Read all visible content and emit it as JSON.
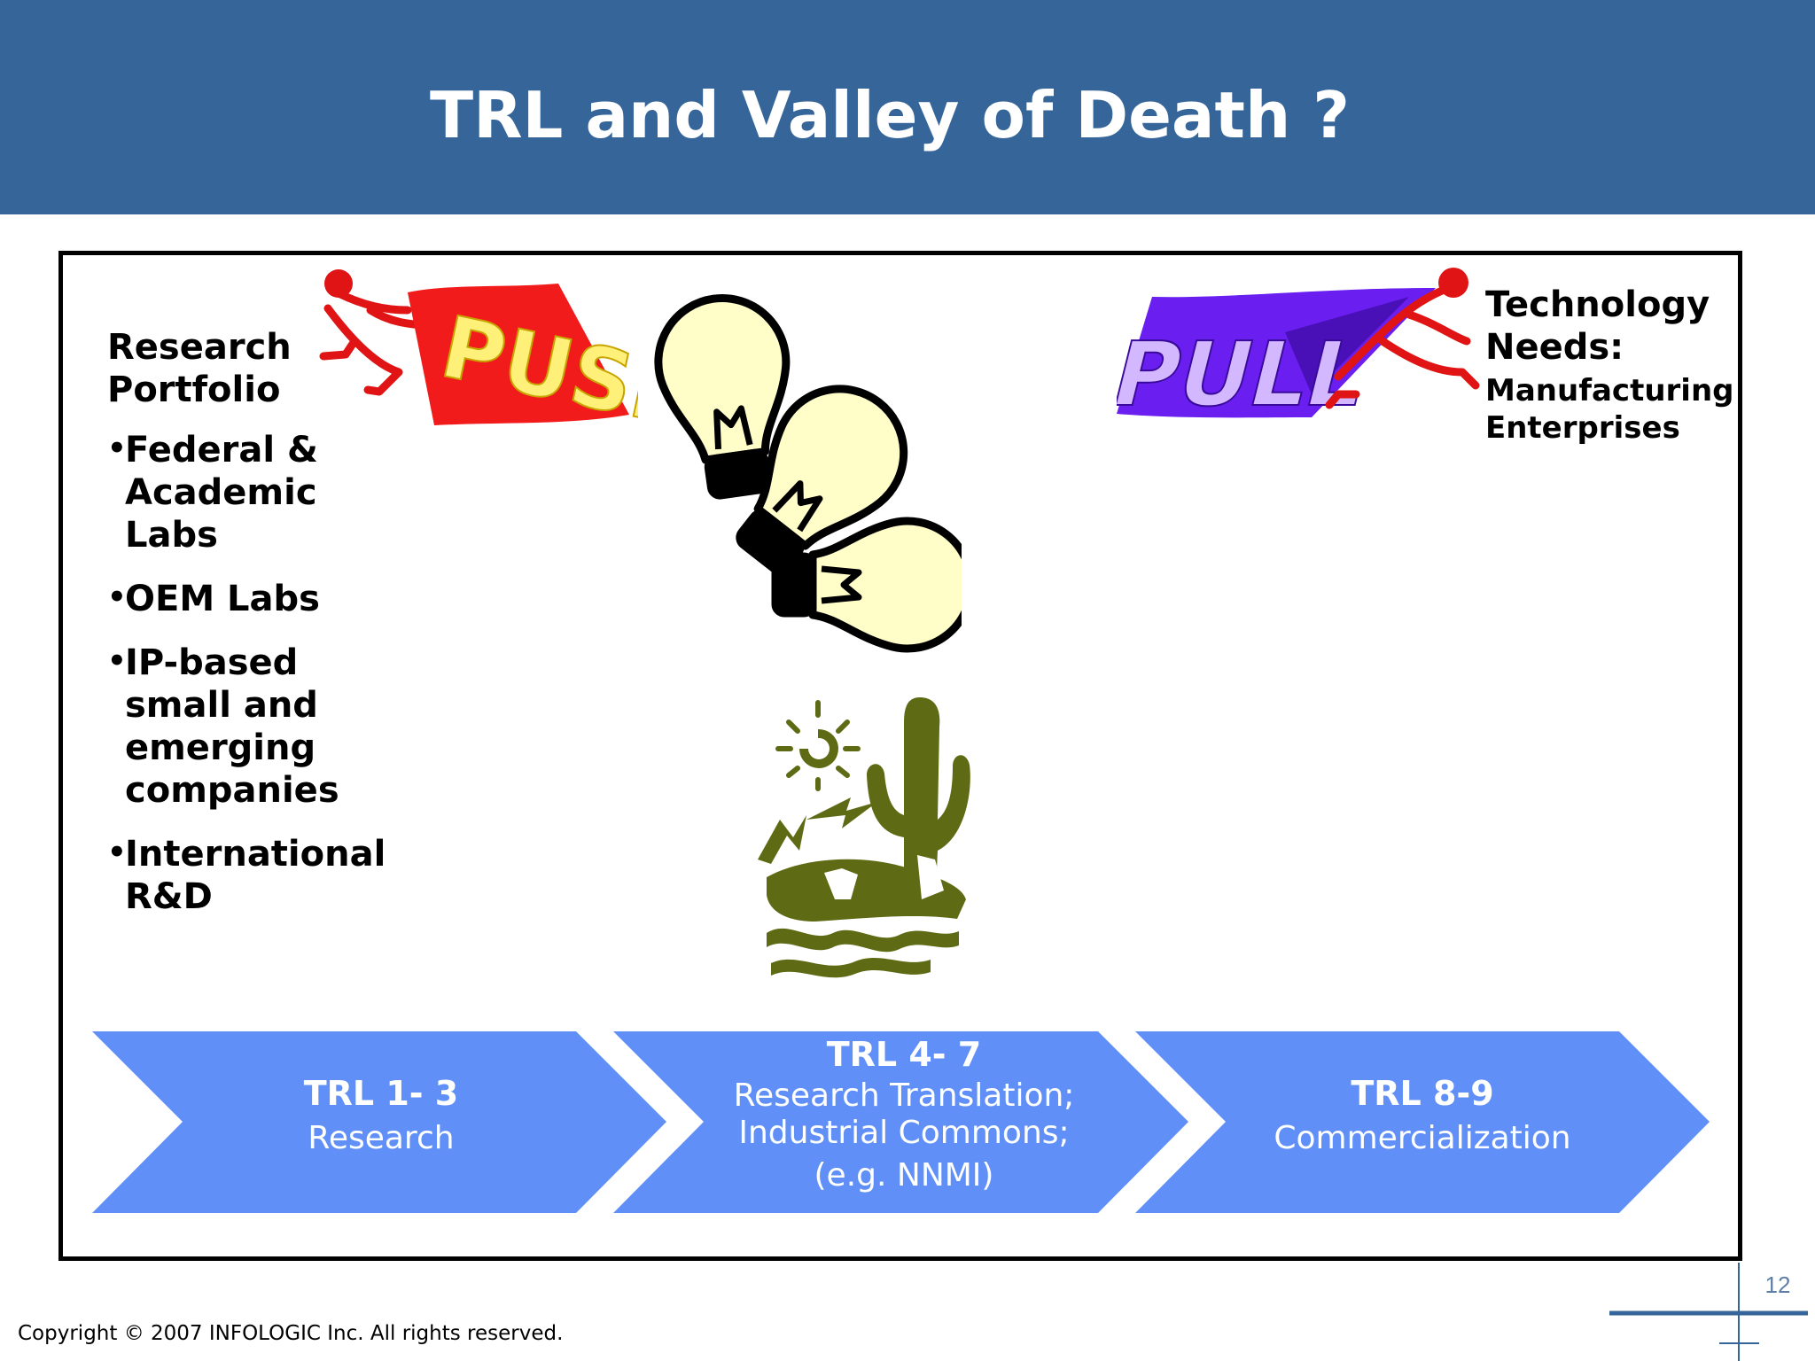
{
  "slide": {
    "title": "TRL and Valley of Death ?",
    "page_number": "12",
    "copyright": "Copyright © 2007 INFOLOGIC Inc.  All rights reserved."
  },
  "left_panel": {
    "heading": "Research Portfolio",
    "bullets": [
      "Federal & Academic Labs",
      "OEM Labs",
      "IP-based small and emerging companies",
      "International R&D"
    ]
  },
  "right_panel": {
    "heading": "Technology Needs:",
    "subheading": "Manufacturing Enterprises"
  },
  "clipart": {
    "push_label": "PUSH",
    "pull_label": "PULL"
  },
  "chevrons": [
    {
      "title": "TRL 1- 3",
      "lines": [
        "Research"
      ]
    },
    {
      "title": "TRL 4- 7",
      "lines": [
        "Research Translation;",
        "Industrial Commons;",
        "(e.g. NNMI)"
      ]
    },
    {
      "title": "TRL 8-9",
      "lines": [
        "Commercialization"
      ]
    }
  ],
  "colors": {
    "title_band": "#36659a",
    "chevron_fill": "#6090f7",
    "push_banner": "#f21b1b",
    "push_letters": "#fff07a",
    "pull_banner": "#6a1ef0",
    "pull_letters": "#d4b8ff",
    "bulb_fill": "#fffdc8",
    "desert_green": "#5e6b14"
  }
}
